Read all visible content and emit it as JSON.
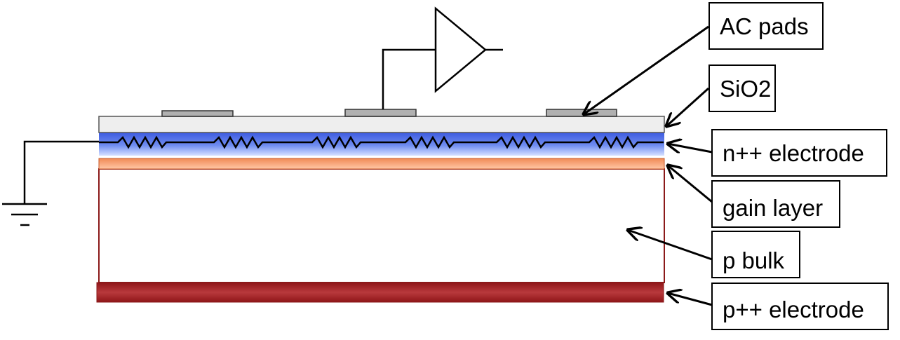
{
  "labels": {
    "ac_pads": "AC pads",
    "sio2": "SiO2",
    "n_electrode": "n++ electrode",
    "gain_layer": "gain layer",
    "p_bulk": "p bulk",
    "p_electrode": "p++ electrode"
  },
  "colors": {
    "sio2": "#eeeeee",
    "n_electrode": "#3f5fe0",
    "gain_layer": "#f59a6a",
    "p_bulk_border": "#8b1a1a",
    "p_electrode": "#a8262a",
    "pad": "#b0b0b0"
  }
}
